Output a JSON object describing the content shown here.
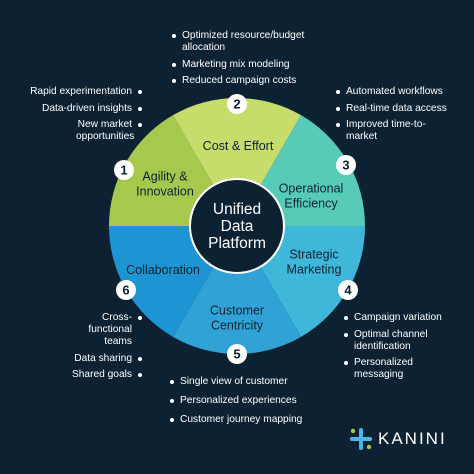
{
  "center": {
    "title_lines": [
      "Unified",
      "Data",
      "Platform"
    ]
  },
  "segments": [
    {
      "num": "1",
      "label_lines": [
        "Agility &",
        "Innovation"
      ],
      "color": "#a5c84d",
      "bullets": [
        "Rapid experimentation",
        "Data-driven insights",
        "New market opportunities"
      ]
    },
    {
      "num": "2",
      "label_lines": [
        "Cost & Effort"
      ],
      "color": "#c7dd6b",
      "bullets": [
        "Optimized resource/budget allocation",
        "Marketing mix modeling",
        "Reduced campaign costs"
      ]
    },
    {
      "num": "3",
      "label_lines": [
        "Operational",
        "Efficiency"
      ],
      "color": "#57cbb8",
      "bullets": [
        "Automated workflows",
        "Real-time data access",
        "Improved time-to-market"
      ]
    },
    {
      "num": "4",
      "label_lines": [
        "Strategic",
        "Marketing"
      ],
      "color": "#3fb7d9",
      "bullets": [
        "Campaign variation",
        "Optimal channel identification",
        "Personalized messaging"
      ]
    },
    {
      "num": "5",
      "label_lines": [
        "Customer",
        "Centricity"
      ],
      "color": "#31a2d6",
      "bullets": [
        "Single view of customer",
        "Personalized experiences",
        "Customer journey mapping"
      ]
    },
    {
      "num": "6",
      "label_lines": [
        "Collaboration"
      ],
      "color": "#1e95d2",
      "bullets": [
        "Cross-functional teams",
        "Data sharing",
        "Shared goals"
      ]
    }
  ],
  "logo": {
    "text": "KANINI",
    "mark_colors": [
      "#4db5e6",
      "#a5c84d"
    ]
  },
  "colors": {
    "background": "#0c2233",
    "center_fill": "#0c2233",
    "text_dark": "#0c2233",
    "text_light": "#ffffff"
  }
}
